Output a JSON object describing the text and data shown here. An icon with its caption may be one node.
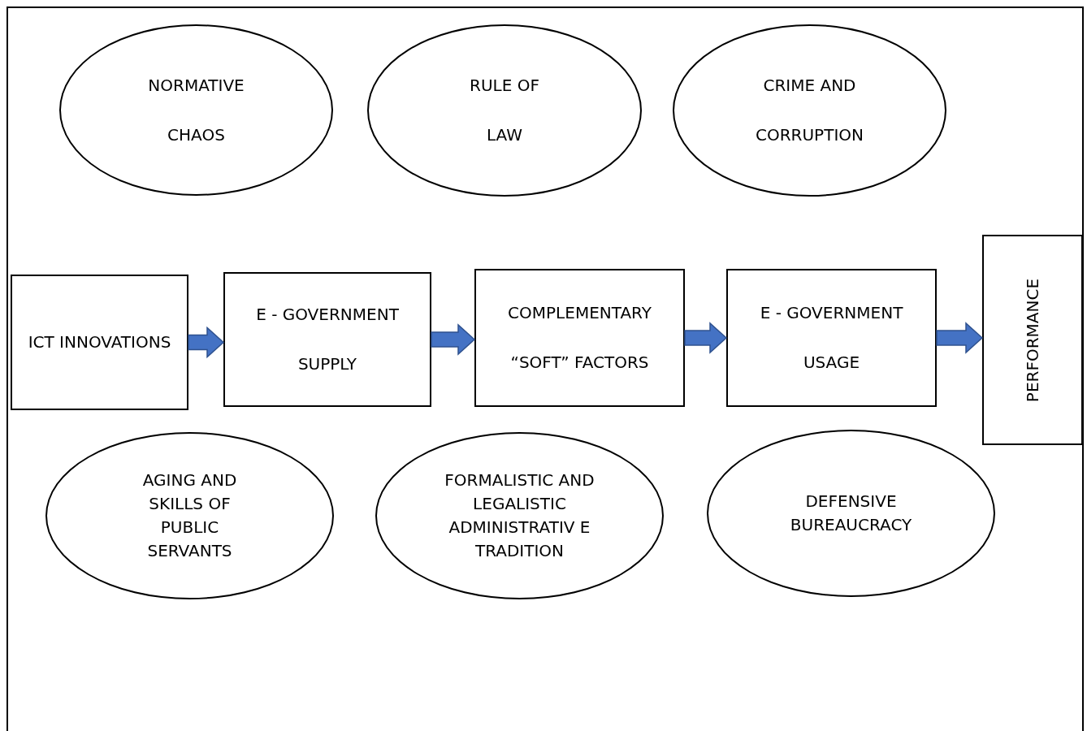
{
  "diagram": {
    "nodes": [
      {
        "text": [
          "NORMATIVE CHAOS"
        ]
      },
      {
        "text": [
          "RULE OF LAW"
        ]
      },
      {
        "text": [
          "CRIME AND CORRUPTION"
        ]
      },
      {
        "text": [
          "ICT INNOVATIONS"
        ]
      },
      {
        "text": [
          "E - GOVERNMENT SUPPLY"
        ]
      },
      {
        "text": [
          "COMPLEMENTARY “SOFT” FACTORS"
        ]
      },
      {
        "text": [
          "E - GOVERNMENT USAGE"
        ]
      },
      {
        "text": [
          "PERFORMANCE"
        ]
      },
      {
        "text": [
          "AGING AND SKILLS OF PUBLIC SERVANTS"
        ]
      },
      {
        "text": [
          "FORMALISTIC AND LEGALISTIC ADMINISTRATIV E TRADITION"
        ]
      },
      {
        "text": [
          "DEFENSIVE BUREAUCRACY"
        ]
      }
    ],
    "edges": [
      {
        "from": 3,
        "to": 4,
        "arrow": "to"
      },
      {
        "from": 4,
        "to": 5,
        "arrow": "to"
      },
      {
        "from": 5,
        "to": 6,
        "arrow": "to"
      },
      {
        "from": 6,
        "to": 7,
        "arrow": "to"
      }
    ]
  }
}
